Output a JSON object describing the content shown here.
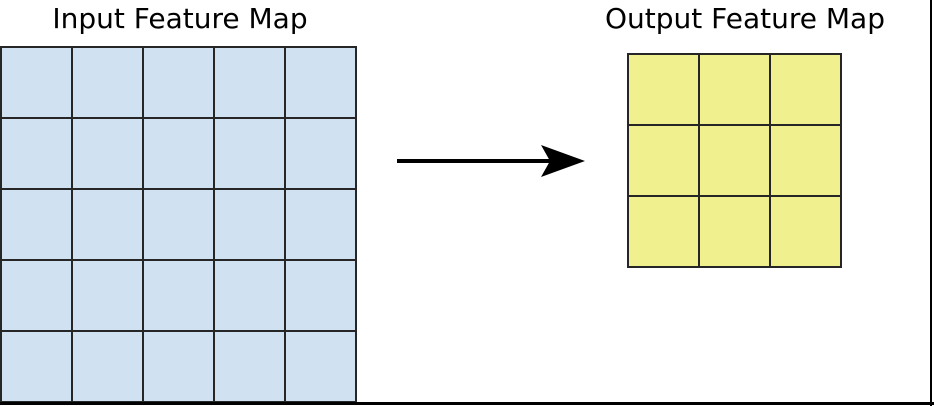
{
  "diagram": {
    "input_map": {
      "title": "Input Feature Map",
      "rows": 5,
      "cols": 5,
      "cell_color": "#d0e1f2",
      "border_color": "#262626"
    },
    "output_map": {
      "title": "Output Feature Map",
      "rows": 3,
      "cols": 3,
      "cell_color": "#f1f08f",
      "border_color": "#262626"
    },
    "arrow": {
      "direction": "right",
      "color": "#000000"
    },
    "frame": {
      "color": "#000000"
    }
  }
}
